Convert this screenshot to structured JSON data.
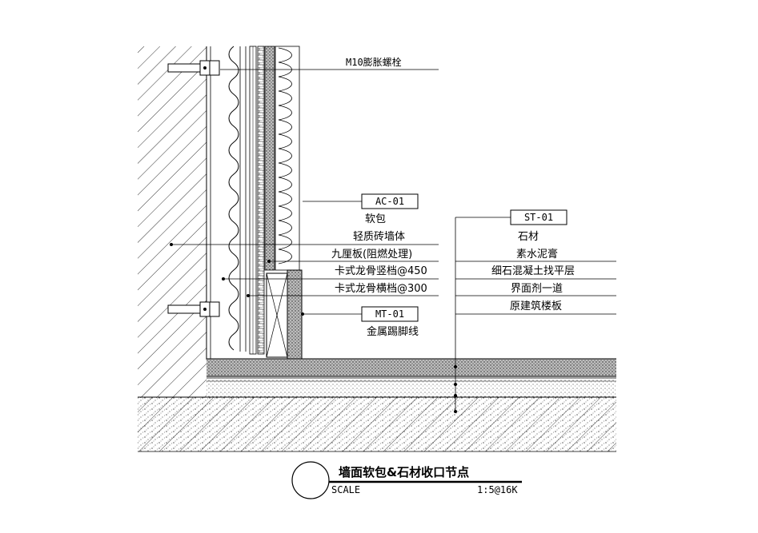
{
  "labels": {
    "bolt": "M10膨胀螺栓",
    "soft_pack": "软包",
    "brick_wall": "轻质砖墙体",
    "plywood": "九厘板(阻燃处理)",
    "keel_vertical": "卡式龙骨竖档@450",
    "keel_horizontal": "卡式龙骨横档@300",
    "metal_skirting": "金属踢脚线",
    "stone": "石材",
    "cement": "素水泥膏",
    "screed": "细石混凝土找平层",
    "interface": "界面剂一道",
    "slab": "原建筑楼板"
  },
  "tags": {
    "ac": "AC-01",
    "mt": "MT-01",
    "st": "ST-01"
  },
  "title_block": {
    "title": "墙面软包&石材收口节点",
    "scale_label": "SCALE",
    "scale_value": "1:5@16K"
  },
  "colors": {
    "line": "#000000",
    "dark_hatch": "#444444"
  }
}
